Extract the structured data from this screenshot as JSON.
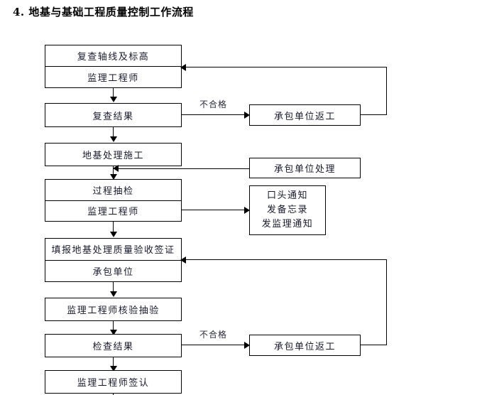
{
  "document": {
    "title": "4. 地基与基础工程质量控制工作流程"
  },
  "flowchart": {
    "type": "flowchart",
    "nodes": [
      {
        "id": "recheck-axis",
        "lines": [
          "复查轴线及标高",
          "监理工程师"
        ],
        "line1": "复查轴线及标高",
        "line2": "监理工程师"
      },
      {
        "id": "recheck-result",
        "lines": [
          "复查结果"
        ],
        "line1": "复查结果"
      },
      {
        "id": "foundation-construction",
        "lines": [
          "地基处理施工"
        ],
        "line1": "地基处理施工"
      },
      {
        "id": "process-sampling",
        "lines": [
          "过程抽检",
          "监理工程师"
        ],
        "line1": "过程抽检",
        "line2": "监理工程师"
      },
      {
        "id": "report-acceptance",
        "lines": [
          "填报地基处理质量验收签证",
          "承包单位"
        ],
        "line1": "填报地基处理质量验收签证",
        "line2": "承包单位"
      },
      {
        "id": "engineer-verify",
        "lines": [
          "监理工程师核验抽验"
        ],
        "line1": "监理工程师核验抽验"
      },
      {
        "id": "inspect-result",
        "lines": [
          "检查结果"
        ],
        "line1": "检查结果"
      },
      {
        "id": "engineer-signoff",
        "lines": [
          "监理工程师签认"
        ],
        "line1": "监理工程师签认"
      },
      {
        "id": "contractor-rework-top",
        "lines": [
          "承包单位返工"
        ],
        "line1": "承包单位返工"
      },
      {
        "id": "contractor-handle",
        "lines": [
          "承包单位处理"
        ],
        "line1": "承包单位处理"
      },
      {
        "id": "notice-box",
        "lines": [
          "口头通知",
          "发备忘录",
          "发监理通知"
        ],
        "line1": "口头通知",
        "line2": "发备忘录",
        "line3": "发监理通知"
      },
      {
        "id": "contractor-rework-bottom",
        "lines": [
          "承包单位返工"
        ],
        "line1": "承包单位返工"
      }
    ],
    "edge_labels": {
      "unqualified_top": "不合格",
      "unqualified_bottom": "不合格"
    }
  },
  "colors": {
    "line": "#000000",
    "text": "#1a1a2e",
    "background": "#ffffff"
  }
}
